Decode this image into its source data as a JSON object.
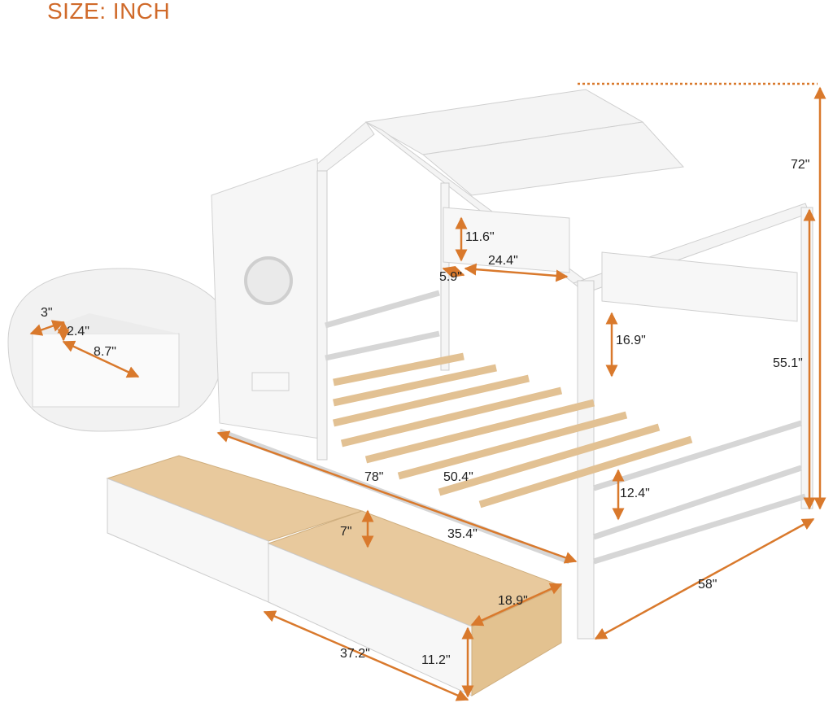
{
  "title": "SIZE: INCH",
  "colors": {
    "accent": "#d06a2a",
    "arrow": "#d9792c",
    "wood": "#e7c79a",
    "frame": "#f3f3f3"
  },
  "dimensions": {
    "overall_height": "72\"",
    "shelf_height": "11.6\"",
    "shelf_width": "24.4\"",
    "shelf_depth": "5.9\"",
    "headboard_gap": "16.9\"",
    "side_height": "55.1\"",
    "footboard_rail": "12.4\"",
    "length": "78\"",
    "inner_length": "50.4\"",
    "drawer_length": "35.4\"",
    "drawer_depth": "7\"",
    "drawer_width": "18.9\"",
    "drawer_outer_length": "37.2\"",
    "drawer_outer_height": "11.2\"",
    "width": "58\"",
    "tray_depth": "3\"",
    "tray_height": "2.4\"",
    "tray_length": "8.7\""
  }
}
